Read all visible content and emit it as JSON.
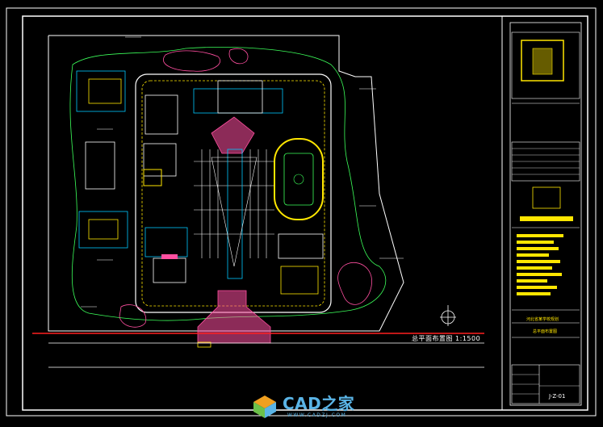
{
  "drawing": {
    "plan_title": "总平面布置图 1:1500",
    "drawing_number": "J-Z-01",
    "project_name": "河北省某学校规划",
    "sheet_name": "总平面布置图"
  },
  "watermark": {
    "brand": "CAD之家",
    "url": "WWW.CADZJ.COM",
    "colors": {
      "blue": "#5ab4e6",
      "orange": "#f0a020",
      "green": "#6cc04a"
    }
  },
  "colors": {
    "background": "#000000",
    "boundary_white": "#ffffff",
    "cyan_lines": "#00c8ff",
    "yellow_lines": "#ffe600",
    "magenta_lines": "#ff4fa0",
    "green_lines": "#3cff5a",
    "red_road": "#ff2020"
  }
}
